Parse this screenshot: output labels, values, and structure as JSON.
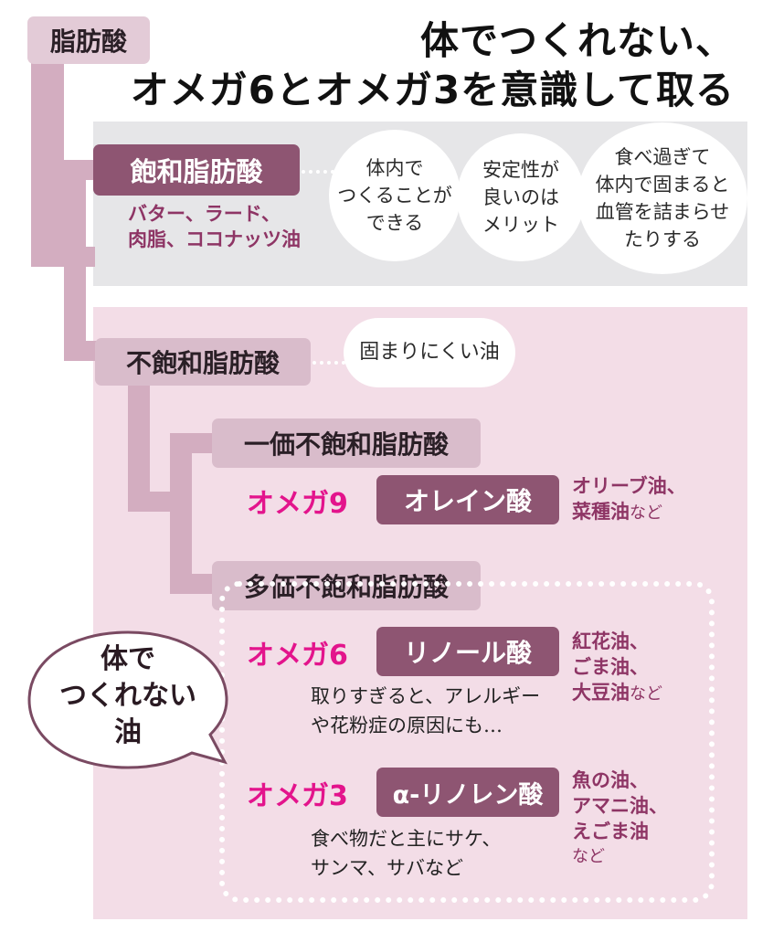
{
  "title": {
    "line1": "体でつくれない、",
    "line2": "オメガ6とオメガ3を意識して取る"
  },
  "root": {
    "label": "脂肪酸"
  },
  "saturated": {
    "label": "飽和脂肪酸",
    "examples": [
      "バター、ラード、",
      "肉脂、ココナッツ油"
    ],
    "bubbles": [
      [
        "体内で",
        "つくることが",
        "できる"
      ],
      [
        "安定性が",
        "良いのは",
        "メリット"
      ],
      [
        "食べ過ぎて",
        "体内で固まると",
        "血管を詰まらせ",
        "たりする"
      ]
    ]
  },
  "unsaturated": {
    "label": "不飽和脂肪酸",
    "bubble": "固まりにくい油",
    "mono": {
      "label": "一価不飽和脂肪酸",
      "omega9": {
        "omega": "オメガ9",
        "acid": "オレイン酸",
        "examples": [
          "オリーブ油、",
          "菜種油"
        ],
        "suffix": "など"
      }
    },
    "poly": {
      "label": "多価不飽和脂肪酸",
      "omega6": {
        "omega": "オメガ6",
        "acid": "リノール酸",
        "examples": [
          "紅花油、",
          "ごま油、",
          "大豆油"
        ],
        "suffix": "など",
        "note": [
          "取りすぎると、アレルギー",
          "や花粉症の原因にも…"
        ]
      },
      "omega3": {
        "omega": "オメガ3",
        "acid": "α-リノレン酸",
        "examples": [
          "魚の油、",
          "アマニ油、",
          "えごま油"
        ],
        "suffix": "など",
        "note": [
          "食べ物だと主にサケ、",
          "サンマ、サバなど"
        ]
      }
    }
  },
  "speech": {
    "lines": [
      "体で",
      "つくれない",
      "油"
    ]
  },
  "colors": {
    "dark": "#8e5572",
    "medium": "#c9a9b9",
    "light": "#e3cbd7",
    "magenta": "#e3148c",
    "example_text": "#8e3565",
    "panel_gray": "#e6e6e8",
    "panel_pink": "#f3dde7"
  }
}
